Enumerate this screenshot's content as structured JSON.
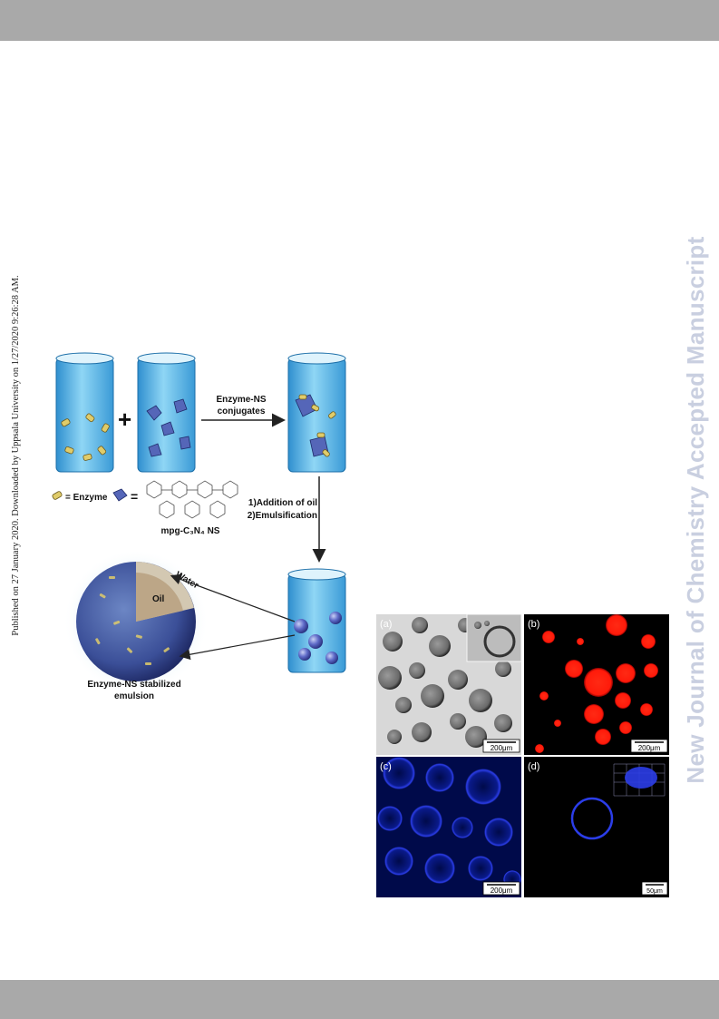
{
  "publication_note": "Published on 27 January 2020. Downloaded by Uppsala University on 1/27/2020 9:26:28 AM.",
  "watermark": "New Journal of Chemistry Accepted Manuscript",
  "scheme": {
    "plus": "+",
    "arrow_label_line1": "Enzyme-NS",
    "arrow_label_line2": "conjugates",
    "legend_enzyme": "= Enzyme",
    "legend_equals": "=",
    "legend_ns": "mpg-C₃N₄ NS",
    "step1": "1)Addition of oil",
    "step2": "2)Emulsification",
    "water": "Water",
    "oil": "Oil",
    "caption_line1": "Enzyme-NS stabilized",
    "caption_line2": "emulsion"
  },
  "micrographs": {
    "panel_a_label": "(a)",
    "panel_b_label": "(b)",
    "panel_c_label": "(c)",
    "panel_d_label": "(d)",
    "scale_a": "200μm",
    "scale_b": "200μm",
    "scale_c": "200μm",
    "scale_d": "50μm"
  },
  "colors": {
    "bar_gray": "#a9a9a9",
    "watermark": "#c9cfe0",
    "water_blue": "#5ab8e6",
    "sheet_blue": "#5566b8",
    "enzyme_yellow": "#e0cc6a",
    "fluor_red": "#ff1a0a",
    "fluor_blue": "#2b3de8"
  }
}
